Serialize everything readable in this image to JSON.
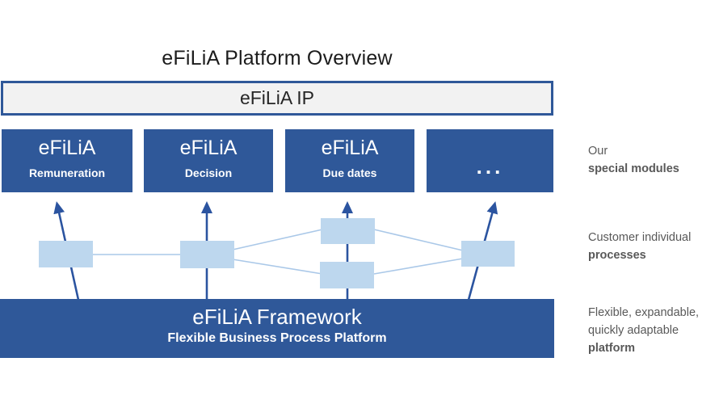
{
  "title": "eFiLiA Platform Overview",
  "ip_bar": {
    "label": "eFiLiA IP"
  },
  "modules": [
    {
      "title": "eFiLiA",
      "subtitle": "Remuneration"
    },
    {
      "title": "eFiLiA",
      "subtitle": "Decision"
    },
    {
      "title": "eFiLiA",
      "subtitle": "Due dates"
    },
    {
      "title": "..."
    }
  ],
  "framework": {
    "title": "eFiLiA Framework",
    "subtitle": "Flexible Business Process Platform"
  },
  "annotations": [
    {
      "line1": "Our",
      "bold": "special modules"
    },
    {
      "line1": "Customer individual",
      "bold": "processes"
    },
    {
      "line1": "Flexible, expandable,",
      "line2": "quickly adaptable",
      "bold": "platform"
    }
  ],
  "colors": {
    "primary_blue": "#2f5899",
    "arrow_blue": "#2b54a0",
    "light_blue": "#bdd7ee",
    "connector_blue": "#aac8e8",
    "ip_bar_fill": "#f2f2f2",
    "ip_bar_border": "#2f5899",
    "annotation_gray": "#595959",
    "title_color": "#1c1c1c"
  }
}
